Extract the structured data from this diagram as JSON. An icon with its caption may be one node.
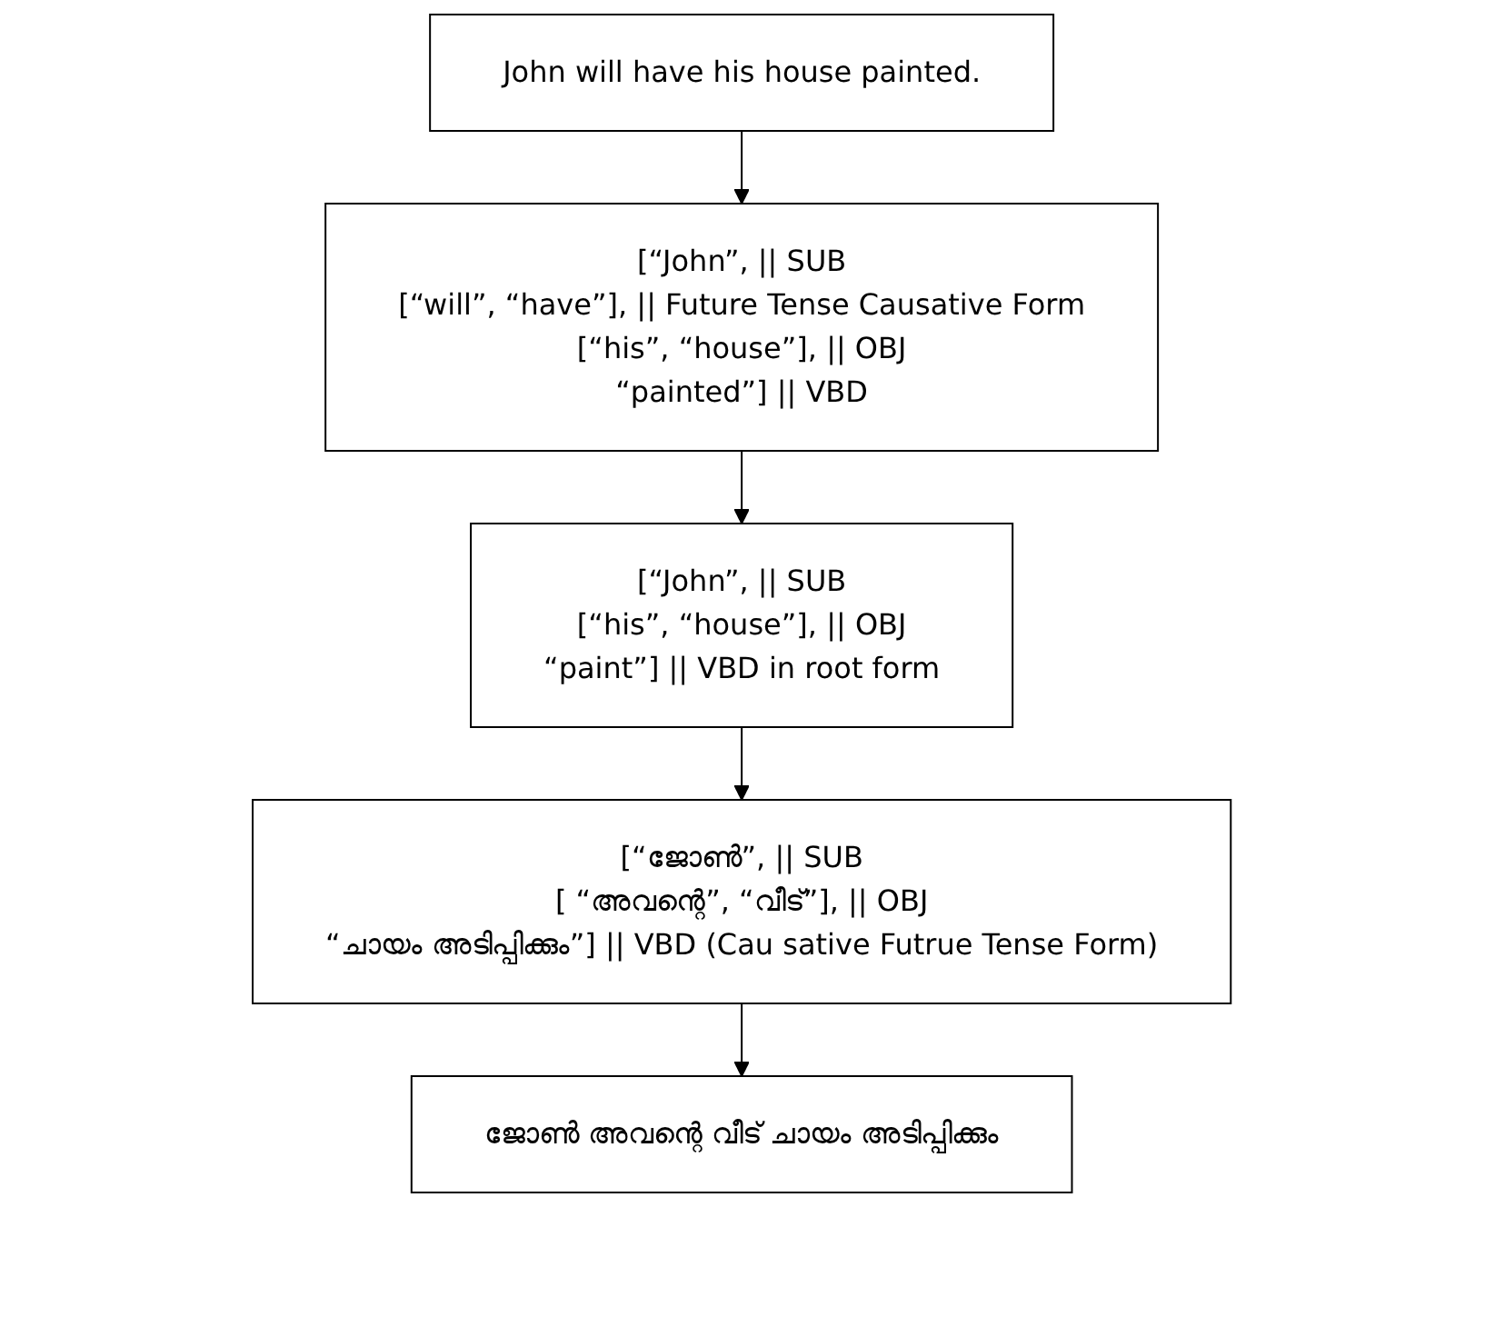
{
  "diagram": {
    "nodes": [
      {
        "text": [
          "John will have his house painted."
        ]
      },
      {
        "text": [
          "[“John”, || SUB",
          "[“will”, “have”], || Future Tense Causative Form",
          "[“his”, “house”], || OBJ",
          "“painted”] || VBD"
        ]
      },
      {
        "text": [
          "[“John”, || SUB",
          "[“his”, “house”], || OBJ",
          "“paint”] || VBD in root form"
        ]
      },
      {
        "text": [
          "[“ജോൺ”, || SUB",
          "[ “അവന്റെ”, “വീട്”], || OBJ",
          "“ചായം അടിപ്പിക്കും”] || VBD (Cau sative Futrue Tense Form)"
        ]
      },
      {
        "text": [
          "ജോൺ അവന്റെ വീട് ചായം അടിപ്പിക്കും"
        ]
      }
    ],
    "edges": [
      {
        "from": 0,
        "to": 1,
        "arrow": "to"
      },
      {
        "from": 1,
        "to": 2,
        "arrow": "to"
      },
      {
        "from": 2,
        "to": 3,
        "arrow": "to"
      },
      {
        "from": 3,
        "to": 4,
        "arrow": "to"
      }
    ]
  }
}
